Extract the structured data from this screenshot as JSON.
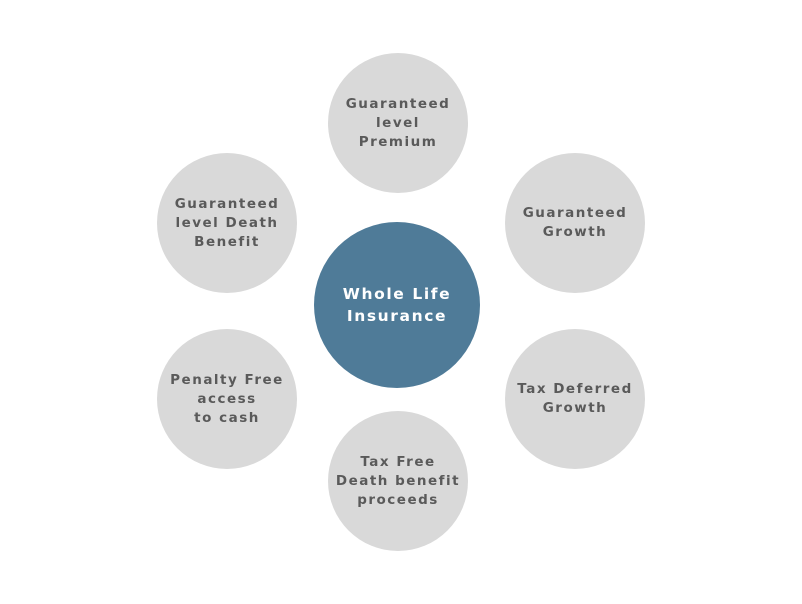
{
  "diagram": {
    "center": {
      "label": "Whole Life\nInsurance",
      "color": "#4f7b98"
    },
    "outer_color": "#d9d9d9",
    "nodes": [
      {
        "id": "top",
        "label": "Guaranteed\nlevel\nPremium"
      },
      {
        "id": "upper-right",
        "label": "Guaranteed\nGrowth"
      },
      {
        "id": "lower-right",
        "label": "Tax Deferred\nGrowth"
      },
      {
        "id": "bottom",
        "label": "Tax Free\nDeath benefit\nproceeds"
      },
      {
        "id": "lower-left",
        "label": "Penalty Free\naccess\nto cash"
      },
      {
        "id": "upper-left",
        "label": "Guaranteed\nlevel Death\nBenefit"
      }
    ]
  }
}
